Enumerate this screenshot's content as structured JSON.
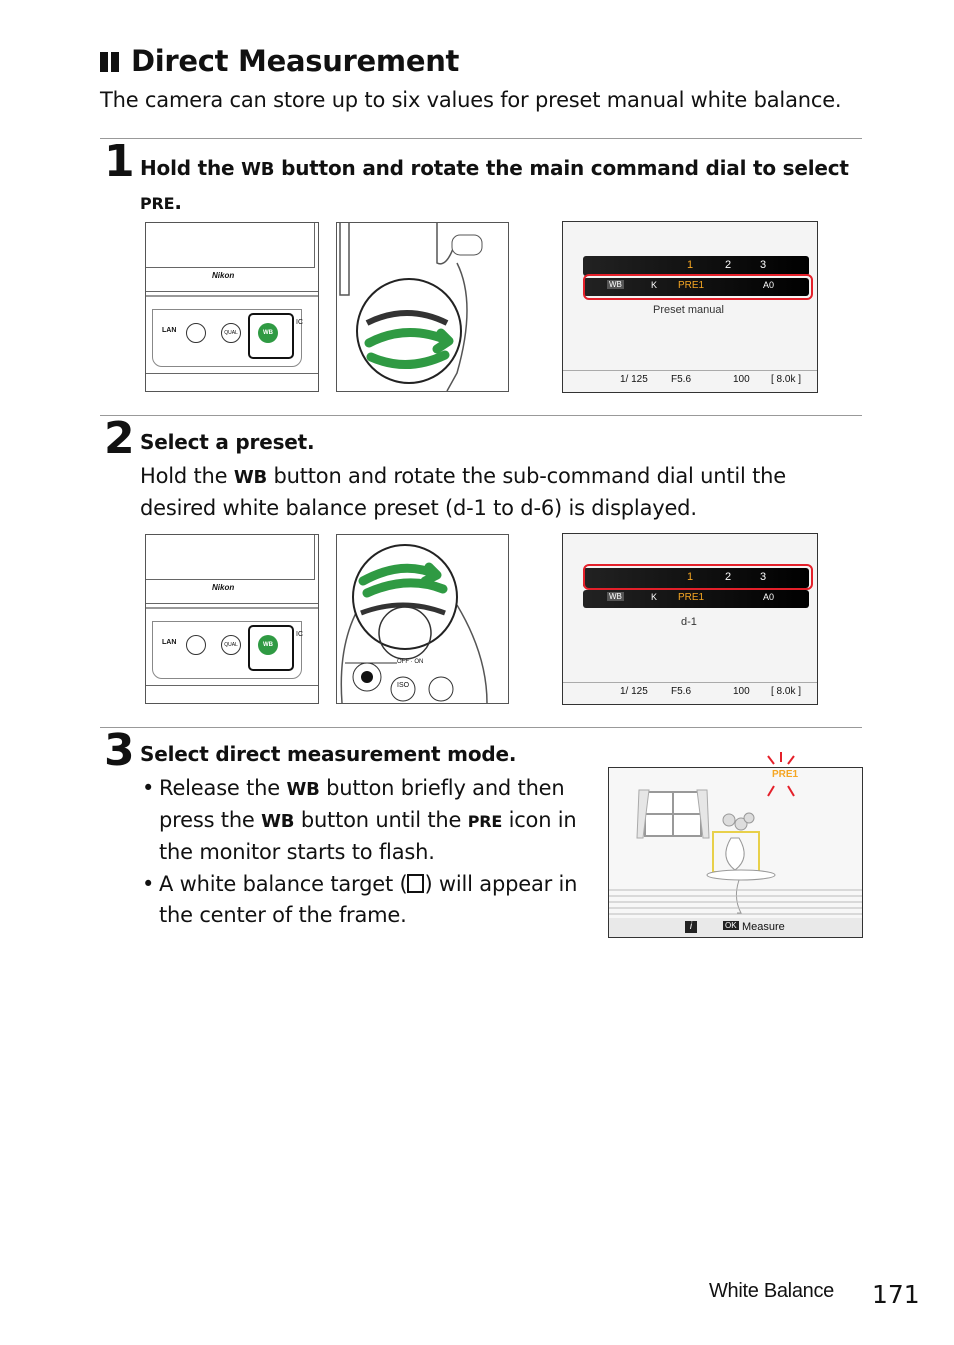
{
  "section": {
    "title": "Direct Measurement",
    "intro": "The camera can store up to six values for preset manual white balance."
  },
  "steps": [
    {
      "number": "1",
      "title_pre": "Hold the",
      "title_wb": "WB",
      "title_mid": "button and rotate the main command dial to select",
      "title_pre_icon": "PRE",
      "title_end": "."
    },
    {
      "number": "2",
      "title": "Select a preset.",
      "body_pre": "Hold the",
      "body_wb": "WB",
      "body_rest": "button and rotate the sub-command dial until the desired white balance preset (d-1 to d-6) is displayed."
    },
    {
      "number": "3",
      "title": "Select direct measurement mode.",
      "bullet1_a": "Release the",
      "bullet1_wb": "WB",
      "bullet1_b": "button briefly and then press the",
      "bullet1_wb2": "WB",
      "bullet1_c": "button until the",
      "bullet1_pre": "PRE",
      "bullet1_d": "icon in the monitor starts to flash.",
      "bullet2_a": "A white balance target (",
      "bullet2_b": ") will appear in the center of the frame."
    }
  ],
  "camera": {
    "brand": "Nikon",
    "lan": "LAN",
    "qual": "QUAL",
    "wb_btn": "WB",
    "iso": "ISO",
    "off_on": "OFF · ON",
    "ic": "IC"
  },
  "screen1": {
    "tabs": [
      "1",
      "2",
      "3"
    ],
    "wb_label": "WB",
    "k_label": "K",
    "pre_label": "PRE1",
    "a_label": "A0",
    "caption": "Preset manual",
    "shutter": "1/ 125",
    "aperture": "F5.6",
    "iso": "100",
    "frames": "[ 8.0k ]"
  },
  "screen2": {
    "tabs": [
      "1",
      "2",
      "3"
    ],
    "wb_label": "WB",
    "k_label": "K",
    "pre_label": "PRE1",
    "a_label": "A0",
    "caption": "d-1",
    "shutter": "1/ 125",
    "aperture": "F5.6",
    "iso": "100",
    "frames": "[ 8.0k ]"
  },
  "screen3": {
    "pre_icon": "PRE1",
    "measure": "Measure",
    "ok": "OK",
    "info": "i"
  },
  "footer": {
    "section": "White Balance",
    "page": "171"
  },
  "colors": {
    "accent_green": "#2f9a43",
    "highlight_red": "#e4202a",
    "menu_orange": "#f5a623"
  }
}
